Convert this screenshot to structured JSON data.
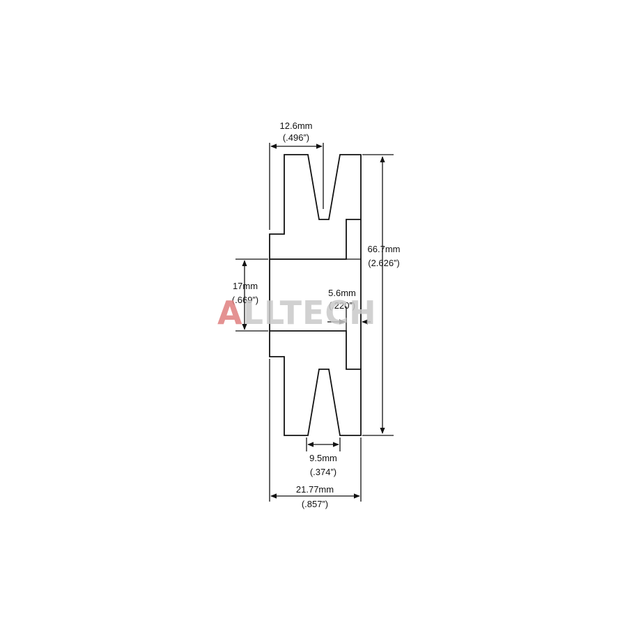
{
  "diagram": {
    "dimensions": {
      "groove_top_width": {
        "mm": "12.6mm",
        "inch": "(.496”)"
      },
      "overall_diameter": {
        "mm": "66.7mm",
        "inch": "(2.626”)"
      },
      "bore": {
        "mm": "17mm",
        "inch": "(.669”)"
      },
      "offset": {
        "mm": "5.6mm",
        "inch": "(.220”)"
      },
      "groove_bottom_width": {
        "mm": "9.5mm",
        "inch": "(.374”)"
      },
      "overall_width": {
        "mm": "21.77mm",
        "inch": "(.857”)"
      }
    }
  },
  "watermark": {
    "first_letter": "A",
    "rest": "LLTECH",
    "colors": {
      "accent": "#e0807f",
      "rest": "#c9c9c9"
    }
  }
}
